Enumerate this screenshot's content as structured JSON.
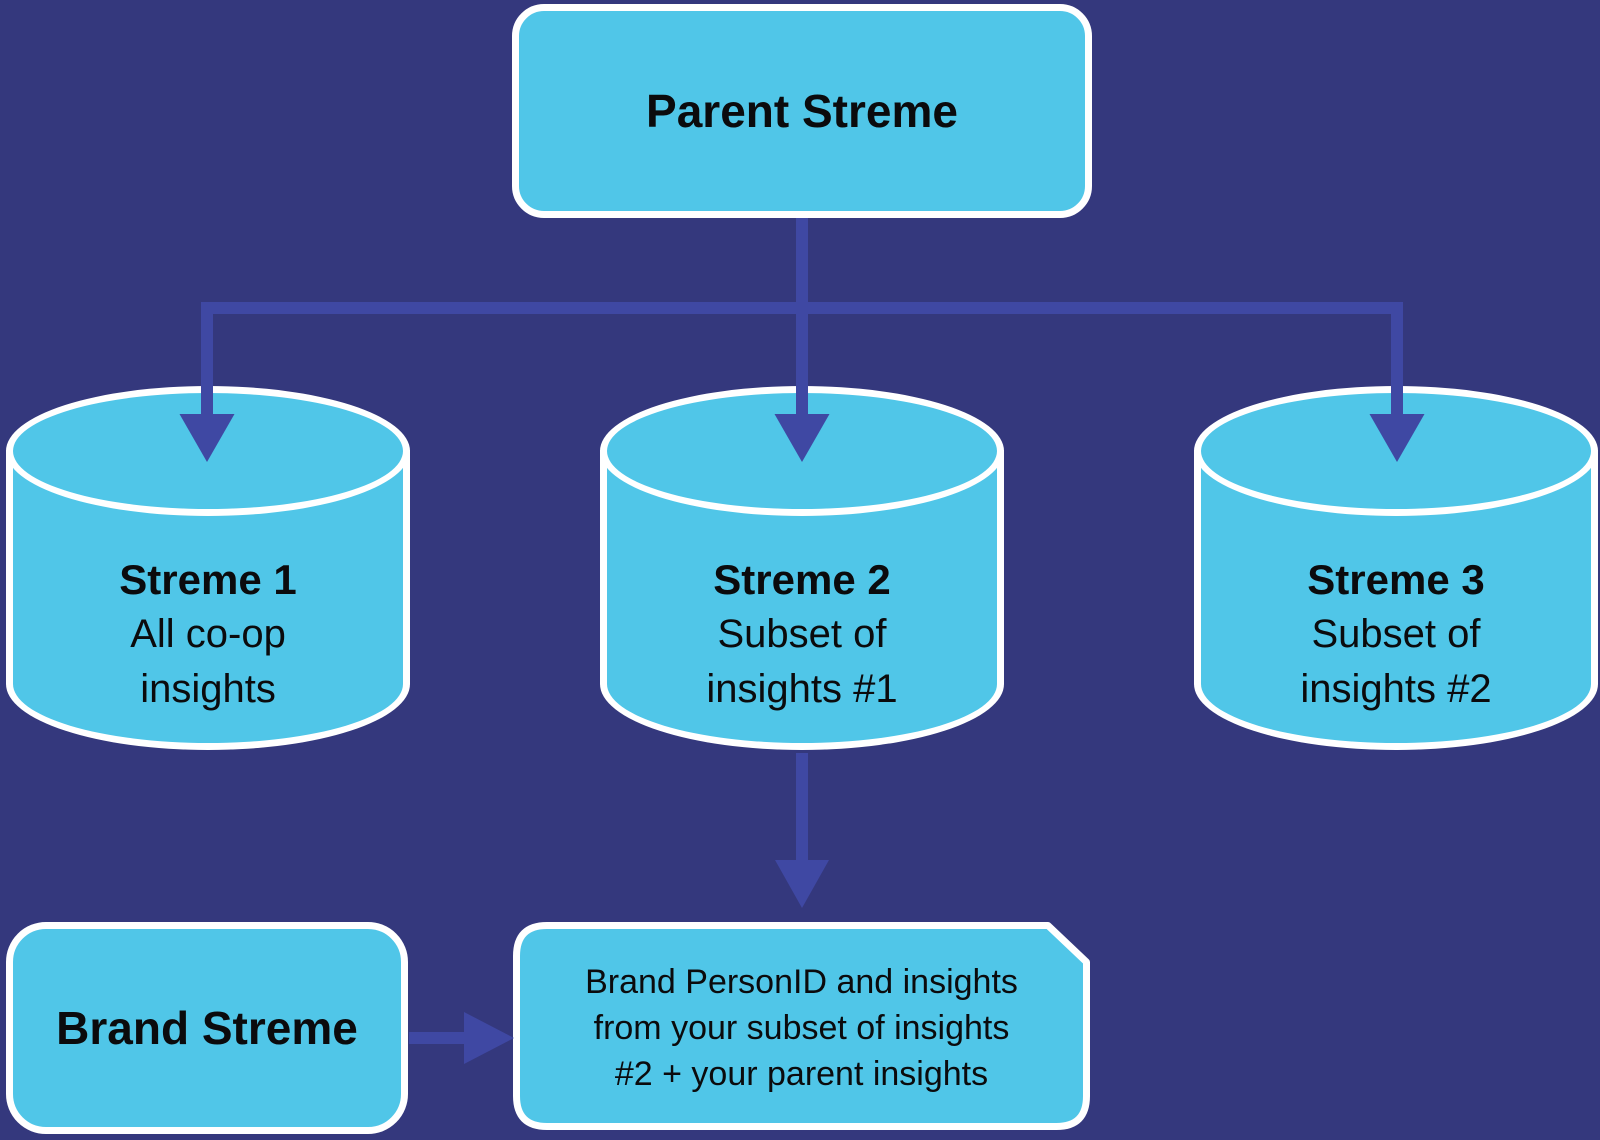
{
  "colors": {
    "bg": "#34387D",
    "node": "#50C6E8",
    "arrow": "#3F48A3",
    "stroke": "#FFFFFF",
    "text": "#0B0B0D"
  },
  "parent_node": {
    "label": "Parent Streme"
  },
  "stremes": [
    {
      "title": "Streme 1",
      "line1": "All co-op",
      "line2": "insights"
    },
    {
      "title": "Streme 2",
      "line1": "Subset of",
      "line2": "insights #1"
    },
    {
      "title": "Streme 3",
      "line1": "Subset of",
      "line2": "insights #2"
    }
  ],
  "brand_node": {
    "label": "Brand Streme"
  },
  "result_node": {
    "line1": "Brand PersonID and insights",
    "line2": "from your subset of insights",
    "line3": "#2 + your parent insights"
  }
}
